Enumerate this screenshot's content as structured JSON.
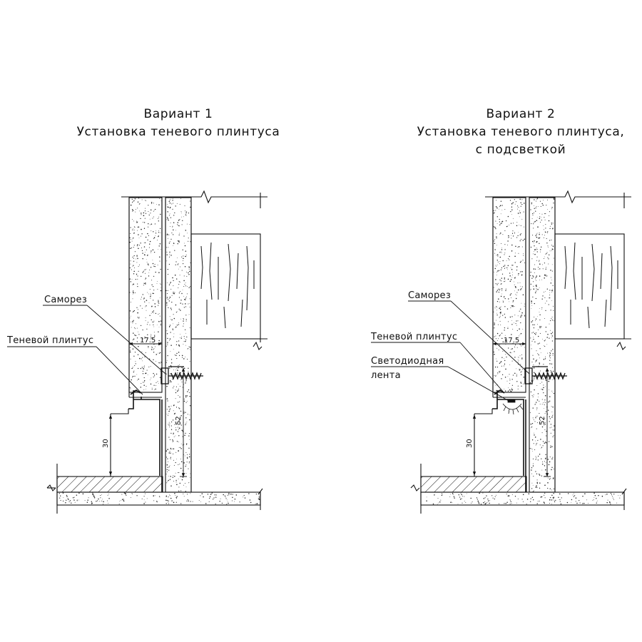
{
  "variant1": {
    "title_line1": "Вариант 1",
    "title_line2": "Установка теневого плинтуса",
    "label_screw": "Саморез",
    "label_plinth": "Теневой плинтус",
    "dim_175": "17.5",
    "dim_52": "52",
    "dim_30": "30"
  },
  "variant2": {
    "title_line1": "Вариант 2",
    "title_line2": "Установка теневого плинтуса,",
    "title_line3": "с подсветкой",
    "label_screw": "Саморез",
    "label_plinth": "Теневой плинтус",
    "label_led_1": "Светодиодная",
    "label_led_2": "лента",
    "dim_175": "17.5",
    "dim_52": "52",
    "dim_30": "30"
  },
  "colors": {
    "line": "#111111",
    "paper": "#ffffff"
  }
}
